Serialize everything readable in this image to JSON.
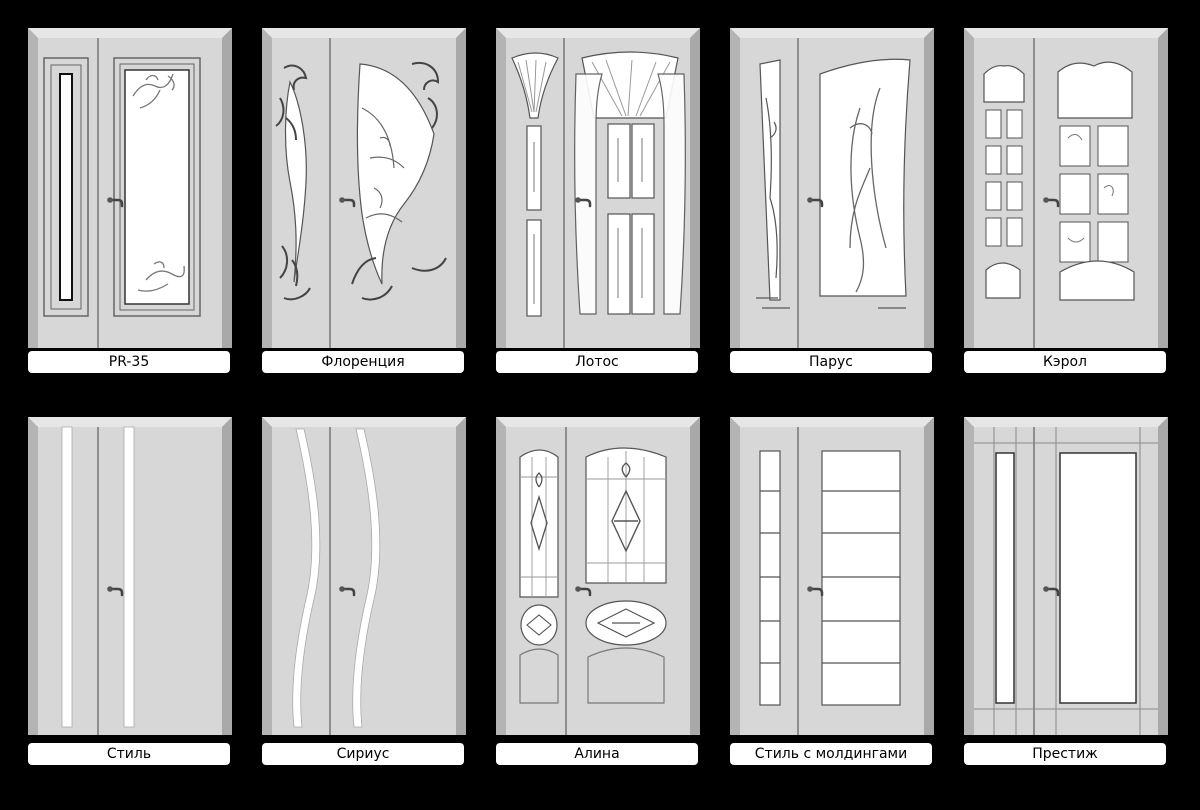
{
  "doors": [
    {
      "id": "pr35",
      "name": "PR-35"
    },
    {
      "id": "florence",
      "name": "Флоренция"
    },
    {
      "id": "lotos",
      "name": "Лотос"
    },
    {
      "id": "parus",
      "name": "Парус"
    },
    {
      "id": "kerol",
      "name": "Кэрол"
    },
    {
      "id": "stil",
      "name": "Стиль"
    },
    {
      "id": "sirius",
      "name": "Сириус"
    },
    {
      "id": "alina",
      "name": "Алина"
    },
    {
      "id": "stil-moldings",
      "name": "Стиль с молдингами"
    },
    {
      "id": "prestige",
      "name": "Престиж"
    }
  ],
  "colors": {
    "background": "#000000",
    "door_panel": "#d7d7d7",
    "frame": "#c2c2c2",
    "glass": "#ffffff",
    "line": "#5a5a5a"
  }
}
